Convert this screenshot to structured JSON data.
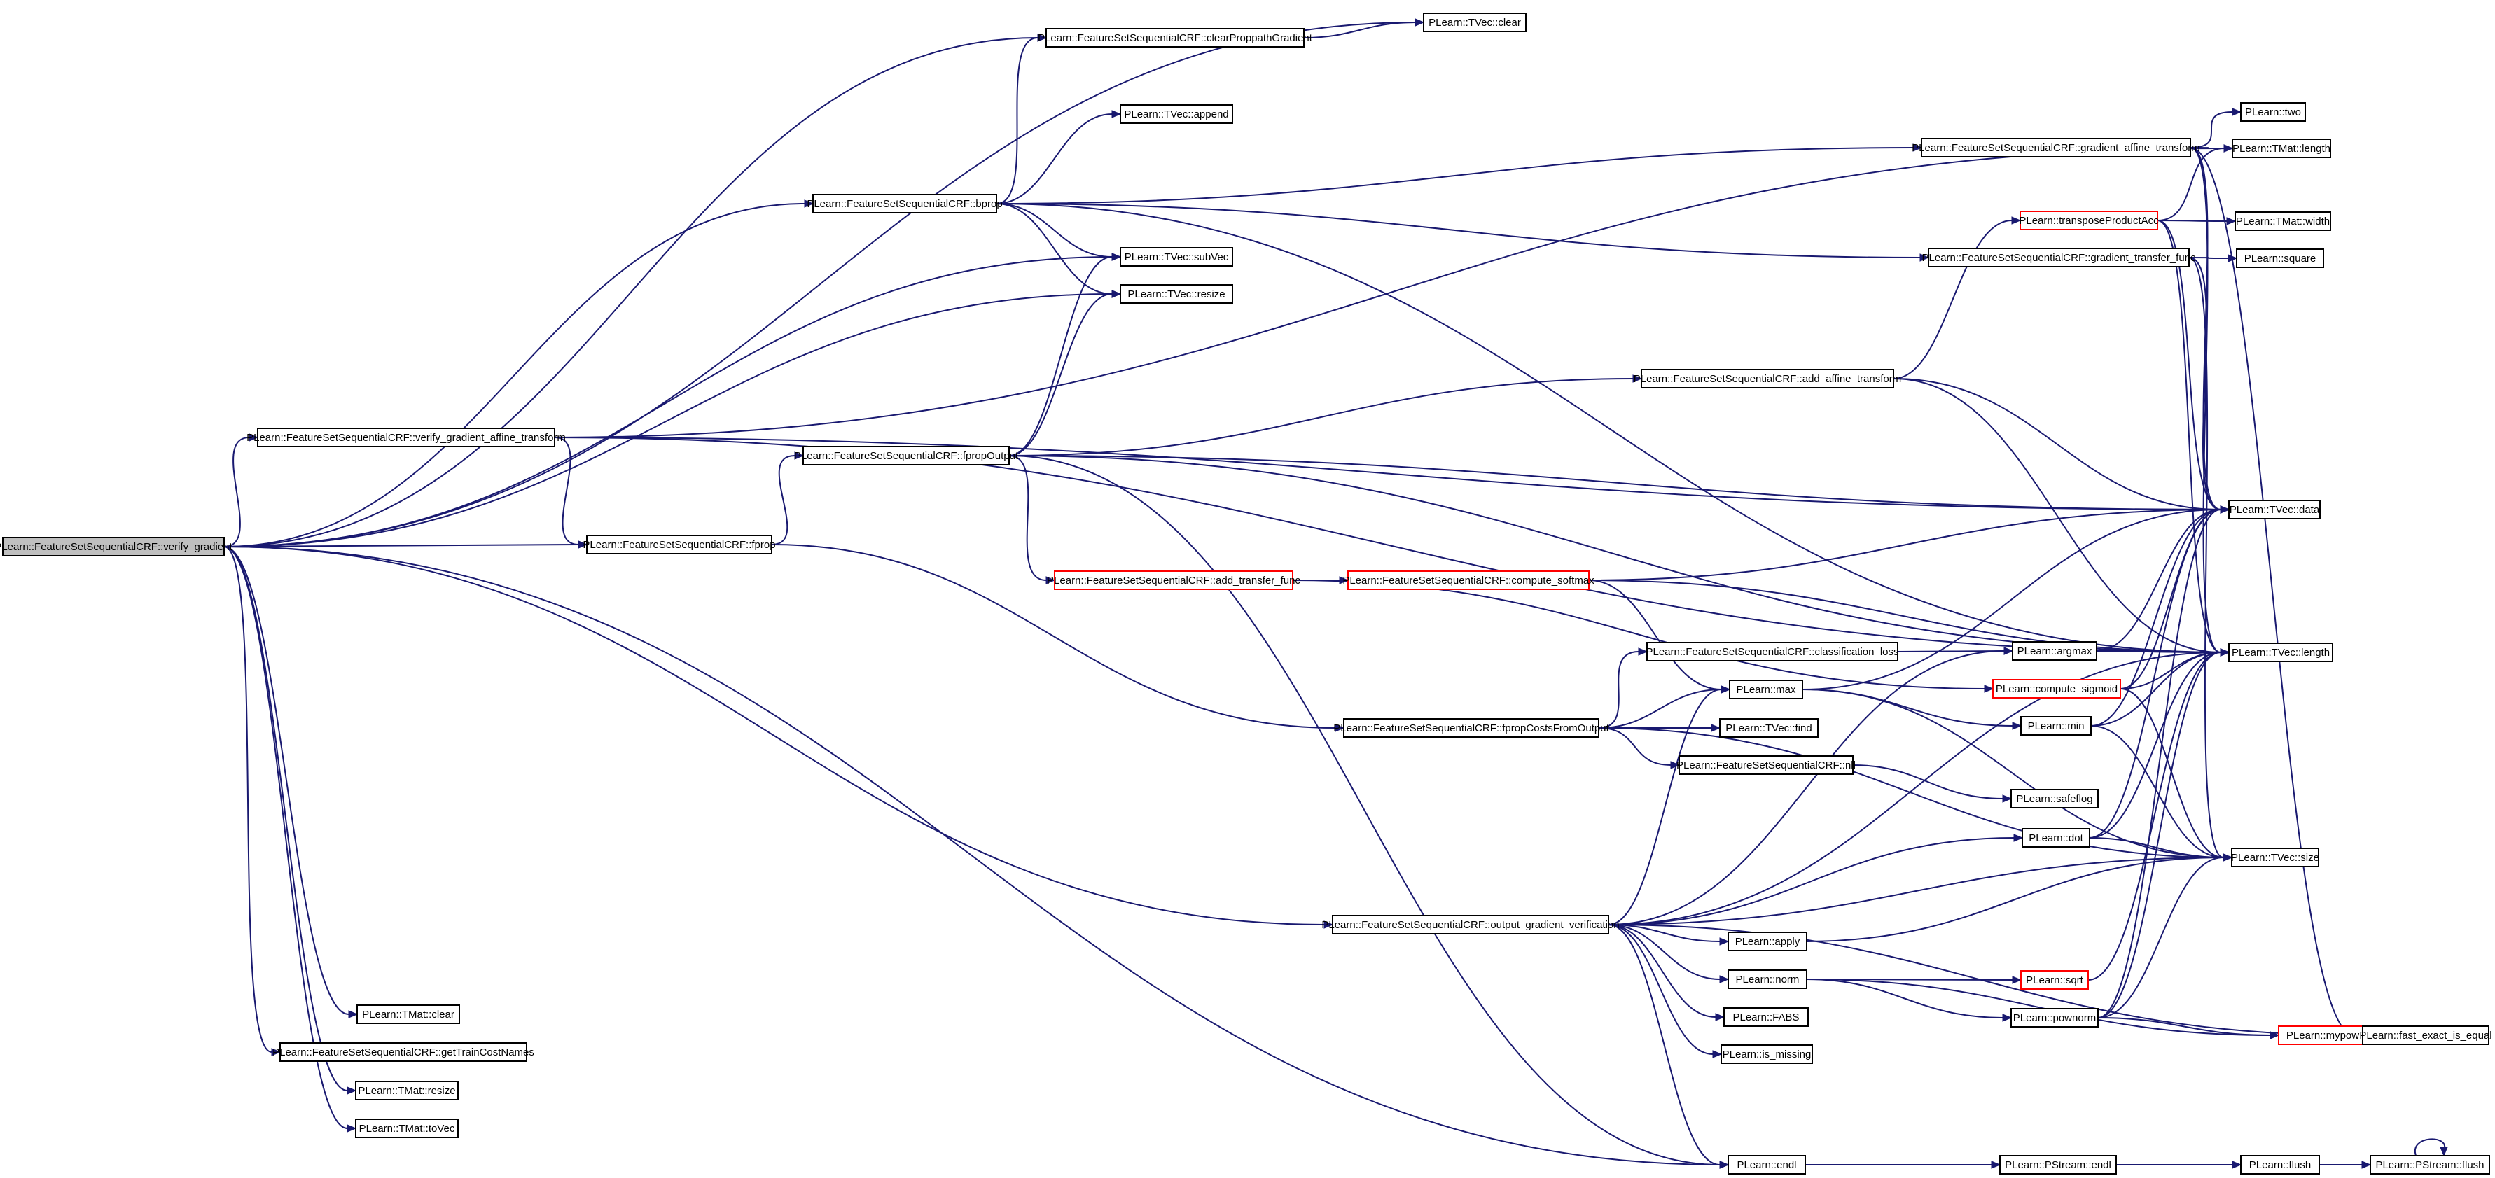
{
  "colors": {
    "edge": "#191970",
    "node_border": "#000000",
    "node_border_truncated": "#ff0000",
    "node_fill": "#ffffff",
    "root_fill": "#bfbfbf"
  },
  "nodes": [
    {
      "id": "verify_gradient",
      "label": "PLearn::FeatureSetSequentialCRF::verify_gradient",
      "style": "root"
    },
    {
      "id": "tvec_clear",
      "label": "PLearn::TVec::clear",
      "style": "normal"
    },
    {
      "id": "clearProppath",
      "label": "PLearn::FeatureSetSequentialCRF::clearProppathGradient",
      "style": "normal"
    },
    {
      "id": "tvec_append",
      "label": "PLearn::TVec::append",
      "style": "normal"
    },
    {
      "id": "bprop",
      "label": "PLearn::FeatureSetSequentialCRF::bprop",
      "style": "normal"
    },
    {
      "id": "tvec_subvec",
      "label": "PLearn::TVec::subVec",
      "style": "normal"
    },
    {
      "id": "tvec_resize",
      "label": "PLearn::TVec::resize",
      "style": "normal"
    },
    {
      "id": "verify_gaf",
      "label": "PLearn::FeatureSetSequentialCRF::verify_gradient_affine_transform",
      "style": "normal"
    },
    {
      "id": "fpropOutput",
      "label": "PLearn::FeatureSetSequentialCRF::fpropOutput",
      "style": "normal"
    },
    {
      "id": "fprop",
      "label": "PLearn::FeatureSetSequentialCRF::fprop",
      "style": "normal"
    },
    {
      "id": "add_transfer",
      "label": "PLearn::FeatureSetSequentialCRF::add_transfer_func",
      "style": "truncated"
    },
    {
      "id": "compute_softmax",
      "label": "PLearn::FeatureSetSequentialCRF::compute_softmax",
      "style": "truncated"
    },
    {
      "id": "add_affine",
      "label": "PLearn::FeatureSetSequentialCRF::add_affine_transform",
      "style": "normal"
    },
    {
      "id": "grad_affine",
      "label": "PLearn::FeatureSetSequentialCRF::gradient_affine_transform",
      "style": "normal"
    },
    {
      "id": "grad_transfer",
      "label": "PLearn::FeatureSetSequentialCRF::gradient_transfer_func",
      "style": "normal"
    },
    {
      "id": "transposeProductAcc",
      "label": "PLearn::transposeProductAcc",
      "style": "truncated"
    },
    {
      "id": "classification_loss",
      "label": "PLearn::FeatureSetSequentialCRF::classification_loss",
      "style": "normal"
    },
    {
      "id": "max",
      "label": "PLearn::max",
      "style": "normal"
    },
    {
      "id": "fpropCosts",
      "label": "PLearn::FeatureSetSequentialCRF::fpropCostsFromOutput",
      "style": "normal"
    },
    {
      "id": "tvec_find",
      "label": "PLearn::TVec::find",
      "style": "normal"
    },
    {
      "id": "nll",
      "label": "PLearn::FeatureSetSequentialCRF::nll",
      "style": "normal"
    },
    {
      "id": "argmax",
      "label": "PLearn::argmax",
      "style": "normal"
    },
    {
      "id": "compute_sigmoid",
      "label": "PLearn::compute_sigmoid",
      "style": "truncated"
    },
    {
      "id": "min",
      "label": "PLearn::min",
      "style": "normal"
    },
    {
      "id": "safeflog",
      "label": "PLearn::safeflog",
      "style": "normal"
    },
    {
      "id": "dot",
      "label": "PLearn::dot",
      "style": "normal"
    },
    {
      "id": "output_grad_ver",
      "label": "PLearn::FeatureSetSequentialCRF::output_gradient_verification",
      "style": "normal"
    },
    {
      "id": "apply",
      "label": "PLearn::apply",
      "style": "normal"
    },
    {
      "id": "norm",
      "label": "PLearn::norm",
      "style": "normal"
    },
    {
      "id": "sqrt",
      "label": "PLearn::sqrt",
      "style": "truncated"
    },
    {
      "id": "pownorm",
      "label": "PLearn::pownorm",
      "style": "normal"
    },
    {
      "id": "mypow",
      "label": "PLearn::mypow",
      "style": "truncated"
    },
    {
      "id": "fast_exact_is_equal",
      "label": "PLearn::fast_exact_is_equal",
      "style": "normal"
    },
    {
      "id": "fabs",
      "label": "PLearn::FABS",
      "style": "normal"
    },
    {
      "id": "is_missing",
      "label": "PLearn::is_missing",
      "style": "normal"
    },
    {
      "id": "tmat_clear",
      "label": "PLearn::TMat::clear",
      "style": "normal"
    },
    {
      "id": "getTrainCostNames",
      "label": "PLearn::FeatureSetSequentialCRF::getTrainCostNames",
      "style": "normal"
    },
    {
      "id": "tmat_resize",
      "label": "PLearn::TMat::resize",
      "style": "normal"
    },
    {
      "id": "tmat_tovec",
      "label": "PLearn::TMat::toVec",
      "style": "normal"
    },
    {
      "id": "endl",
      "label": "PLearn::endl",
      "style": "normal"
    },
    {
      "id": "pstream_endl",
      "label": "PLearn::PStream::endl",
      "style": "normal"
    },
    {
      "id": "flush",
      "label": "PLearn::flush",
      "style": "normal"
    },
    {
      "id": "pstream_flush",
      "label": "PLearn::PStream::flush",
      "style": "normal"
    },
    {
      "id": "two",
      "label": "PLearn::two",
      "style": "normal"
    },
    {
      "id": "tmat_length",
      "label": "PLearn::TMat::length",
      "style": "normal"
    },
    {
      "id": "tmat_width",
      "label": "PLearn::TMat::width",
      "style": "normal"
    },
    {
      "id": "square",
      "label": "PLearn::square",
      "style": "normal"
    },
    {
      "id": "tvec_data",
      "label": "PLearn::TVec::data",
      "style": "normal"
    },
    {
      "id": "tvec_length",
      "label": "PLearn::TVec::length",
      "style": "normal"
    },
    {
      "id": "tvec_size",
      "label": "PLearn::TVec::size",
      "style": "normal"
    }
  ],
  "edges": [
    [
      "verify_gradient",
      "tvec_clear"
    ],
    [
      "verify_gradient",
      "clearProppath"
    ],
    [
      "verify_gradient",
      "bprop"
    ],
    [
      "verify_gradient",
      "tvec_subvec"
    ],
    [
      "verify_gradient",
      "tvec_resize"
    ],
    [
      "verify_gradient",
      "verify_gaf"
    ],
    [
      "verify_gradient",
      "fprop"
    ],
    [
      "verify_gradient",
      "output_grad_ver"
    ],
    [
      "verify_gradient",
      "endl"
    ],
    [
      "verify_gradient",
      "tmat_clear"
    ],
    [
      "verify_gradient",
      "getTrainCostNames"
    ],
    [
      "verify_gradient",
      "tmat_resize"
    ],
    [
      "verify_gradient",
      "tmat_tovec"
    ],
    [
      "clearProppath",
      "tvec_clear"
    ],
    [
      "bprop",
      "clearProppath"
    ],
    [
      "bprop",
      "tvec_append"
    ],
    [
      "bprop",
      "tvec_subvec"
    ],
    [
      "bprop",
      "tvec_resize"
    ],
    [
      "bprop",
      "grad_affine"
    ],
    [
      "bprop",
      "grad_transfer"
    ],
    [
      "bprop",
      "tvec_length"
    ],
    [
      "verify_gaf",
      "tmat_length"
    ],
    [
      "verify_gaf",
      "tvec_data"
    ],
    [
      "verify_gaf",
      "fprop"
    ],
    [
      "verify_gaf",
      "tvec_length"
    ],
    [
      "fprop",
      "fpropOutput"
    ],
    [
      "fprop",
      "fpropCosts"
    ],
    [
      "fpropOutput",
      "tvec_subvec"
    ],
    [
      "fpropOutput",
      "tvec_resize"
    ],
    [
      "fpropOutput",
      "add_affine"
    ],
    [
      "fpropOutput",
      "add_transfer"
    ],
    [
      "fpropOutput",
      "tvec_data"
    ],
    [
      "fpropOutput",
      "tvec_length"
    ],
    [
      "fpropOutput",
      "endl"
    ],
    [
      "add_transfer",
      "compute_softmax"
    ],
    [
      "add_transfer",
      "compute_sigmoid"
    ],
    [
      "compute_softmax",
      "max"
    ],
    [
      "compute_softmax",
      "tvec_data"
    ],
    [
      "compute_softmax",
      "tvec_length"
    ],
    [
      "add_affine",
      "transposeProductAcc"
    ],
    [
      "add_affine",
      "tvec_data"
    ],
    [
      "add_affine",
      "tvec_length"
    ],
    [
      "grad_affine",
      "two"
    ],
    [
      "grad_affine",
      "tmat_length"
    ],
    [
      "grad_affine",
      "tvec_data"
    ],
    [
      "grad_affine",
      "tvec_length"
    ],
    [
      "grad_affine",
      "fast_exact_is_equal"
    ],
    [
      "grad_transfer",
      "square"
    ],
    [
      "grad_transfer",
      "tvec_data"
    ],
    [
      "grad_transfer",
      "tvec_size"
    ],
    [
      "transposeProductAcc",
      "tmat_length"
    ],
    [
      "transposeProductAcc",
      "tmat_width"
    ],
    [
      "transposeProductAcc",
      "tvec_data"
    ],
    [
      "transposeProductAcc",
      "tvec_length"
    ],
    [
      "fpropCosts",
      "classification_loss"
    ],
    [
      "fpropCosts",
      "max"
    ],
    [
      "fpropCosts",
      "tvec_find"
    ],
    [
      "fpropCosts",
      "nll"
    ],
    [
      "fpropCosts",
      "tvec_size"
    ],
    [
      "classification_loss",
      "argmax"
    ],
    [
      "max",
      "tvec_data"
    ],
    [
      "max",
      "min"
    ],
    [
      "max",
      "tvec_size"
    ],
    [
      "nll",
      "safeflog"
    ],
    [
      "argmax",
      "tvec_data"
    ],
    [
      "argmax",
      "tvec_length"
    ],
    [
      "compute_sigmoid",
      "tvec_data"
    ],
    [
      "compute_sigmoid",
      "tvec_length"
    ],
    [
      "compute_sigmoid",
      "tvec_size"
    ],
    [
      "min",
      "tvec_data"
    ],
    [
      "min",
      "tvec_length"
    ],
    [
      "min",
      "tvec_size"
    ],
    [
      "dot",
      "tvec_data"
    ],
    [
      "dot",
      "tvec_length"
    ],
    [
      "dot",
      "tvec_size"
    ],
    [
      "output_grad_ver",
      "max"
    ],
    [
      "output_grad_ver",
      "argmax"
    ],
    [
      "output_grad_ver",
      "dot"
    ],
    [
      "output_grad_ver",
      "tvec_length"
    ],
    [
      "output_grad_ver",
      "apply"
    ],
    [
      "output_grad_ver",
      "norm"
    ],
    [
      "output_grad_ver",
      "fabs"
    ],
    [
      "output_grad_ver",
      "is_missing"
    ],
    [
      "output_grad_ver",
      "endl"
    ],
    [
      "output_grad_ver",
      "fast_exact_is_equal"
    ],
    [
      "output_grad_ver",
      "tvec_size"
    ],
    [
      "apply",
      "tvec_size"
    ],
    [
      "norm",
      "sqrt"
    ],
    [
      "norm",
      "pownorm"
    ],
    [
      "norm",
      "mypow"
    ],
    [
      "sqrt",
      "tvec_length"
    ],
    [
      "pownorm",
      "tvec_data"
    ],
    [
      "pownorm",
      "tvec_length"
    ],
    [
      "pownorm",
      "tvec_size"
    ],
    [
      "pownorm",
      "mypow"
    ],
    [
      "mypow",
      "fast_exact_is_equal"
    ],
    [
      "endl",
      "pstream_endl"
    ],
    [
      "pstream_endl",
      "flush"
    ],
    [
      "flush",
      "pstream_flush"
    ],
    [
      "pstream_flush",
      "pstream_flush"
    ]
  ]
}
